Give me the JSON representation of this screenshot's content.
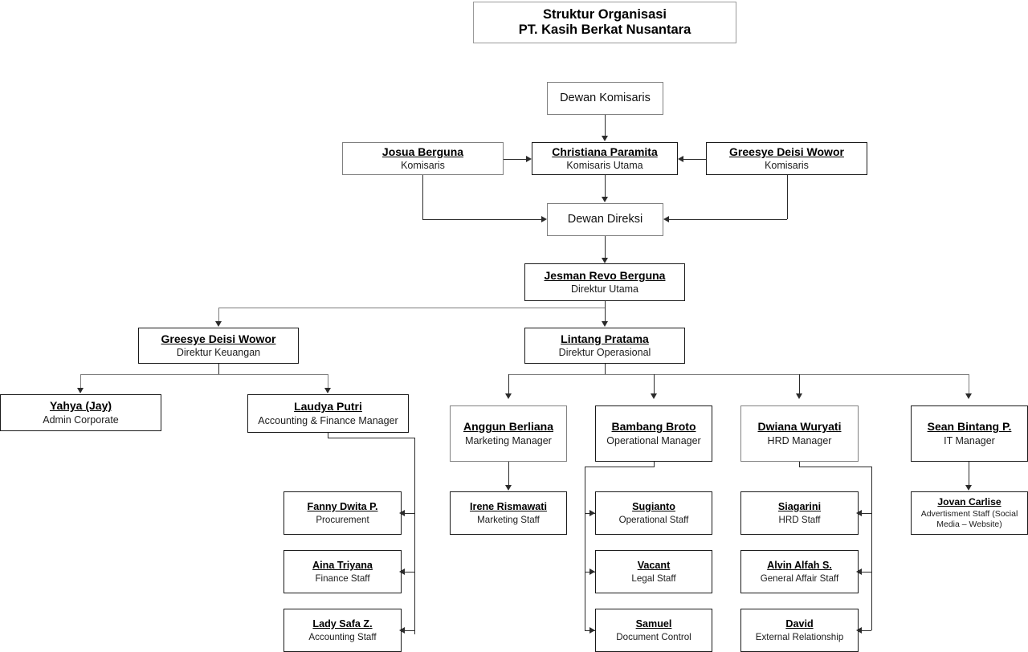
{
  "chart": {
    "title_line1": "Struktur Organisasi",
    "title_line2": "PT. Kasih Berkat Nusantara"
  },
  "units": {
    "dewan_komisaris": "Dewan Komisaris",
    "dewan_direksi": "Dewan Direksi"
  },
  "commissioners": {
    "left": {
      "name": "Josua Berguna",
      "role": "Komisaris"
    },
    "center": {
      "name": "Christiana Paramita",
      "role": "Komisaris Utama"
    },
    "right": {
      "name": "Greesye Deisi Wowor",
      "role": "Komisaris"
    }
  },
  "president_director": {
    "name": "Jesman Revo Berguna",
    "role": "Direktur Utama"
  },
  "directors": {
    "finance": {
      "name": "Greesye Deisi Wowor",
      "role": "Direktur Keuangan"
    },
    "operations": {
      "name": "Lintang Pratama",
      "role": "Direktur Operasional"
    }
  },
  "finance_branch": {
    "admin": {
      "name": "Yahya (Jay)",
      "role": "Admin Corporate"
    },
    "manager": {
      "name": "Laudya Putri",
      "role": "Accounting & Finance Manager"
    },
    "staff": [
      {
        "name": "Fanny Dwita P.",
        "role": "Procurement"
      },
      {
        "name": "Aina Triyana",
        "role": "Finance Staff"
      },
      {
        "name": "Lady Safa Z.",
        "role": "Accounting Staff"
      }
    ]
  },
  "operations_branch": {
    "marketing": {
      "manager": {
        "name": "Anggun Berliana",
        "role": "Marketing Manager"
      },
      "staff": [
        {
          "name": "Irene Rismawati",
          "role": "Marketing Staff"
        }
      ]
    },
    "operational": {
      "manager": {
        "name": "Bambang Broto",
        "role": "Operational Manager"
      },
      "staff": [
        {
          "name": "Sugianto",
          "role": "Operational Staff"
        },
        {
          "name": "Vacant",
          "role": "Legal Staff"
        },
        {
          "name": "Samuel",
          "role": "Document Control"
        }
      ]
    },
    "hrd": {
      "manager": {
        "name": "Dwiana Wuryati",
        "role": "HRD Manager"
      },
      "staff": [
        {
          "name": "Siagarini",
          "role": "HRD Staff"
        },
        {
          "name": "Alvin Alfah S.",
          "role": "General Affair Staff"
        },
        {
          "name": "David",
          "role": "External Relationship"
        }
      ]
    },
    "it": {
      "manager": {
        "name": "Sean Bintang P.",
        "role": "IT Manager"
      },
      "staff": [
        {
          "name": "Jovan Carlise",
          "role": "Advertisment Staff (Social Media – Website)"
        }
      ]
    }
  },
  "colors": {
    "box_border": "#808080",
    "box_border_dark": "#1a1a1a",
    "connector": "#2b2b2b",
    "text": "#000000",
    "background": "#ffffff"
  }
}
